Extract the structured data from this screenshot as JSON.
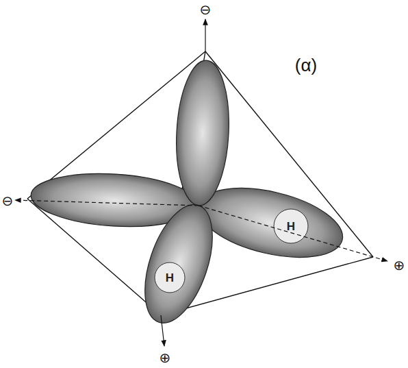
{
  "diagram": {
    "labels": [
      "⊖",
      "⊖",
      "⊕",
      "⊕",
      "(α)",
      "H",
      "H"
    ]
  }
}
